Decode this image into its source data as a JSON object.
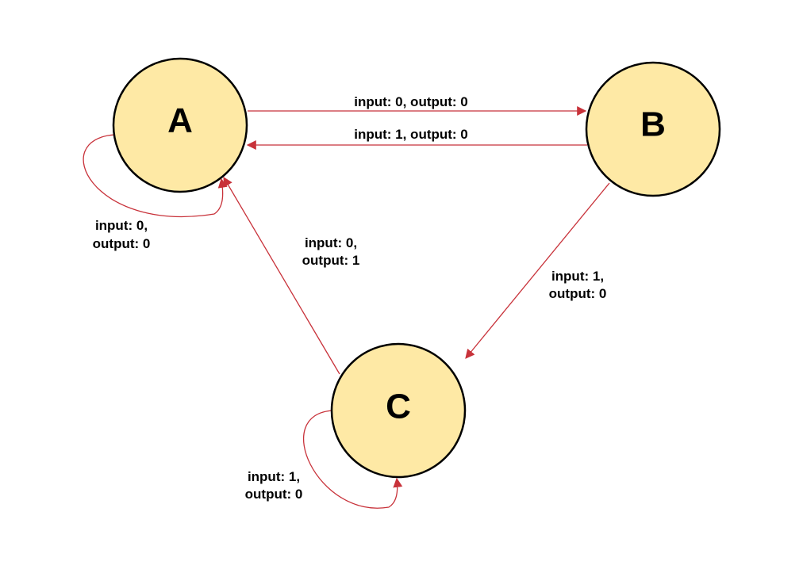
{
  "colors": {
    "node_fill": "#fee9a5",
    "node_stroke": "#000000",
    "edge": "#c8323a",
    "text": "#000000",
    "background": "#ffffff"
  },
  "states": [
    {
      "id": "A",
      "label": "A"
    },
    {
      "id": "B",
      "label": "B"
    },
    {
      "id": "C",
      "label": "C"
    }
  ],
  "transitions": [
    {
      "id": "a-to-b",
      "from": "A",
      "to": "B",
      "label_lines": [
        "input: 0, output: 0"
      ]
    },
    {
      "id": "b-to-a",
      "from": "B",
      "to": "A",
      "label_lines": [
        "input: 1, output: 0"
      ]
    },
    {
      "id": "a-self",
      "from": "A",
      "to": "A",
      "label_lines": [
        "input: 0,",
        "output: 0"
      ]
    },
    {
      "id": "c-to-a",
      "from": "C",
      "to": "A",
      "label_lines": [
        "input: 0,",
        "output: 1"
      ]
    },
    {
      "id": "b-to-c",
      "from": "B",
      "to": "C",
      "label_lines": [
        "input: 1,",
        "output: 0"
      ]
    },
    {
      "id": "c-self",
      "from": "C",
      "to": "C",
      "label_lines": [
        "input: 1,",
        "output: 0"
      ]
    }
  ]
}
